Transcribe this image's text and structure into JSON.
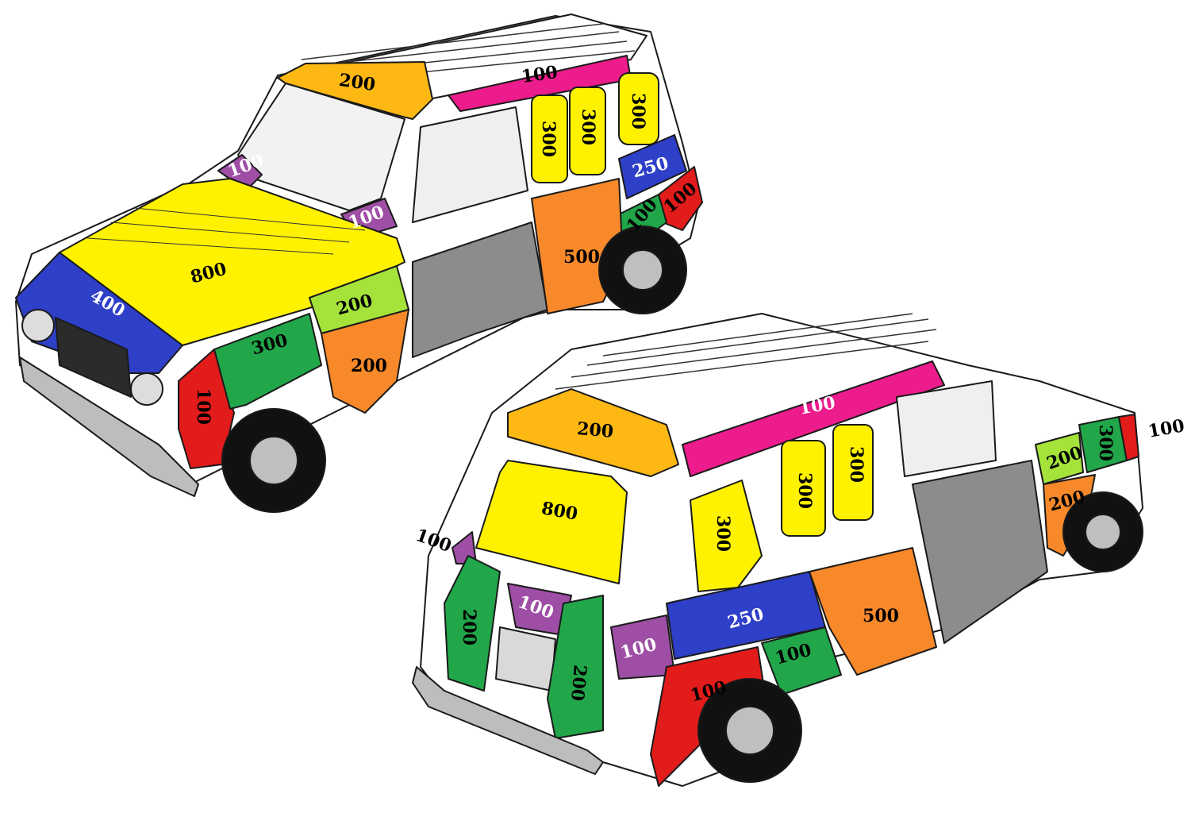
{
  "colors": {
    "yellow": "#FFF200",
    "orange_gold": "#FDB813",
    "magenta": "#EC1C8C",
    "purple": "#9E4FA5",
    "blue": "#2E3FC8",
    "red": "#E21B1B",
    "green": "#21A64A",
    "lime": "#A5E33B",
    "orange": "#F7892A",
    "grey": "#8C8C8C",
    "body_white": "#FFFFFF",
    "outline": "#1A1A1A"
  },
  "front_car": {
    "roof_front": "200",
    "roof_side_rail": "100",
    "rear_door_window_1": "300",
    "rear_door_window_2": "300",
    "rear_quarter_window": "300",
    "rear_quarter_panel_blue": "250",
    "rear_quarter_green": "100",
    "rear_corner_red": "100",
    "a_pillar_left": "100",
    "a_pillar_right": "100",
    "hood": "800",
    "front_panel": "400",
    "front_wing": "300",
    "front_wing_corner": "100",
    "rocker_front_lime": "200",
    "front_door_lower": "200",
    "rear_door": "500"
  },
  "rear_car": {
    "roof_rear": "200",
    "roof_side_rail": "100",
    "rear_window": "800",
    "tailgate_top_left": "100",
    "tailgate_handle": "100",
    "tailgate_left_strip": "200",
    "tailgate_right_strip": "200",
    "quarter_window": "300",
    "rear_door_window_1": "300",
    "rear_door_window_2": "300",
    "rear_corner_purple": "100",
    "rear_quarter_blue": "250",
    "rear_door": "500",
    "rear_wheel_arch_green": "100",
    "rear_wheel_arch_red": "100",
    "front_wing_lime": "200",
    "front_wing_green": "300",
    "front_corner": "100",
    "front_door_orange": "200"
  }
}
